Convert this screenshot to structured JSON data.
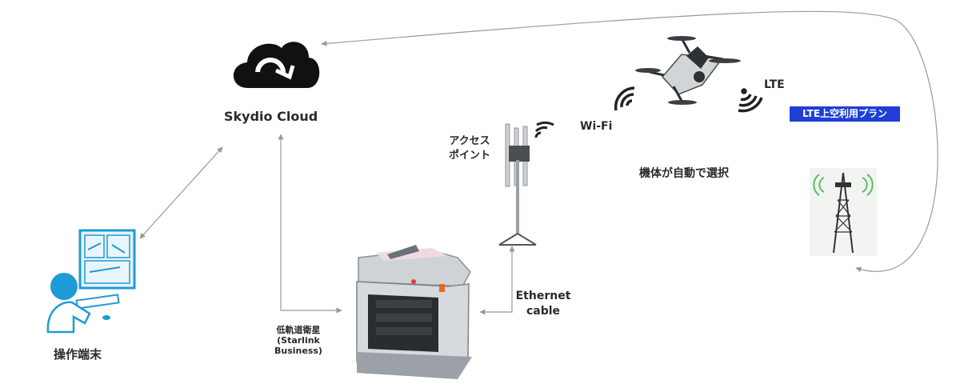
{
  "labels": {
    "cloud": "Skydio Cloud",
    "terminal": "操作端末",
    "satellite_line1": "低軌道衛星",
    "satellite_line2": "(Starlink",
    "satellite_line3": "Business)",
    "ethernet_line1": "Ethernet",
    "ethernet_line2": "cable",
    "access_point_line1": "アクセス",
    "access_point_line2": "ポイント",
    "wifi": "Wi-Fi",
    "lte": "LTE",
    "auto_select": "機体が自動で選択"
  },
  "badge": {
    "text": "LTE上空利用プラン",
    "color": "#1f3fd6"
  },
  "colors": {
    "arrow": "#9a9a9a",
    "icon_blue": "#1e9ad6",
    "cloud": "#111111"
  }
}
